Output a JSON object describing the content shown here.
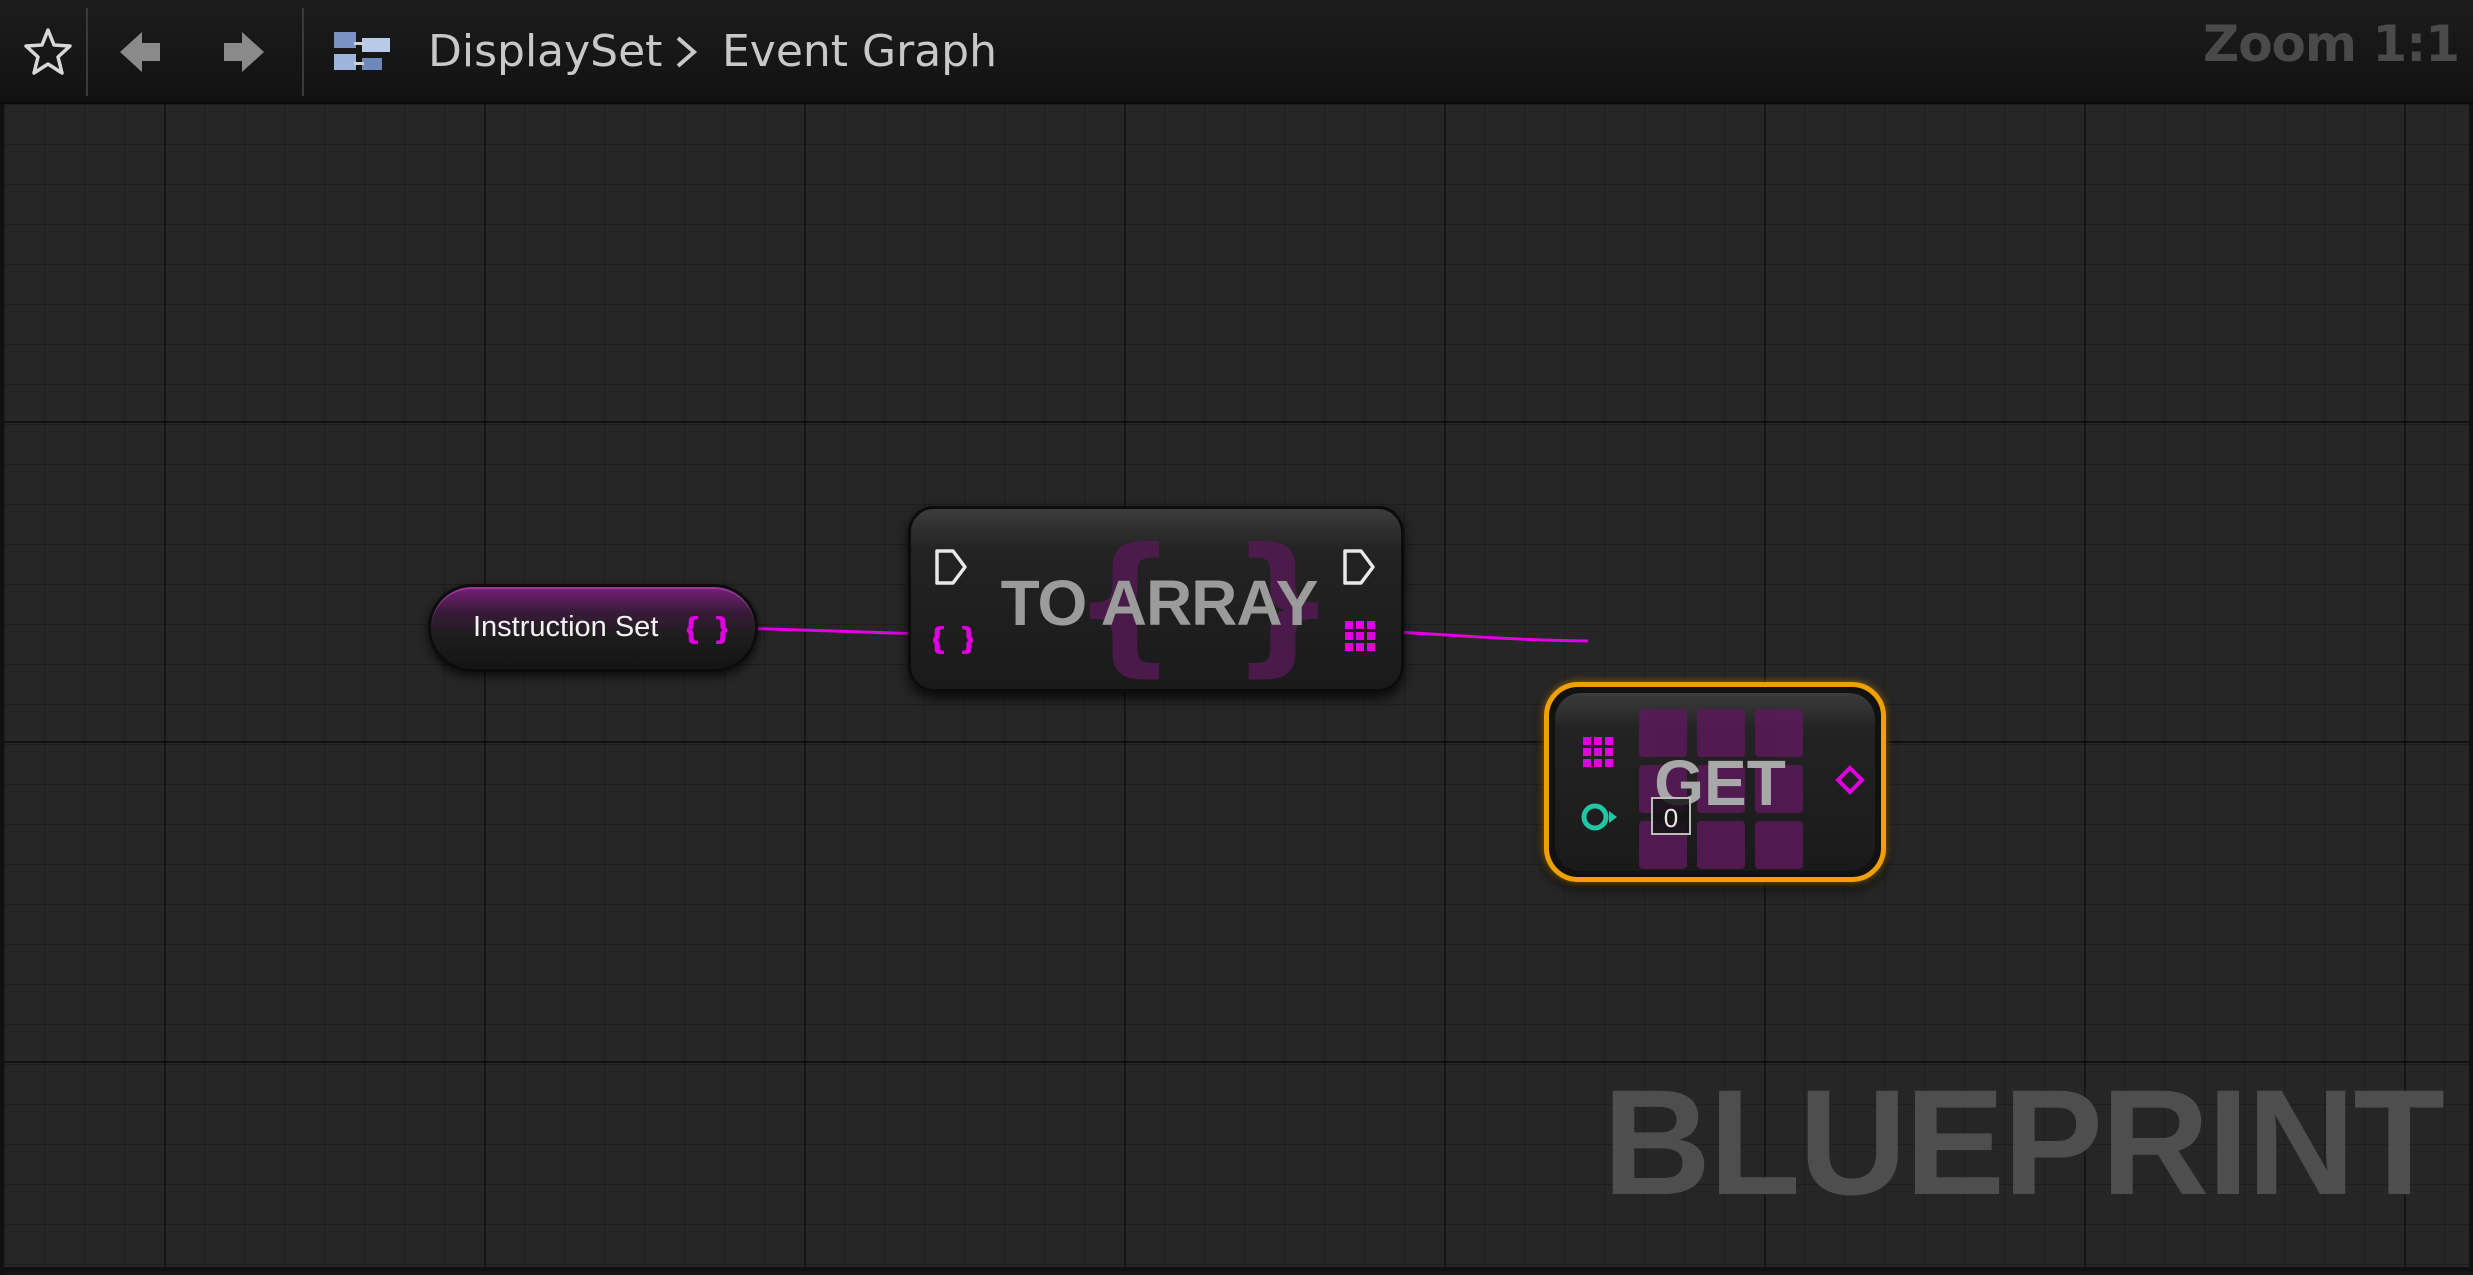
{
  "toolbar": {
    "favorite_icon": "star-outline-icon",
    "back_icon": "arrow-left-icon",
    "forward_icon": "arrow-right-icon",
    "graph_icon": "blueprint-graph-icon"
  },
  "breadcrumb": {
    "root": "DisplaySet",
    "separator_icon": "chevron-right-icon",
    "leaf": "Event Graph"
  },
  "zoom": {
    "label": "Zoom 1:1"
  },
  "nodes": {
    "instruction_set": {
      "label": "Instruction Set",
      "pin_icon": "set-pin-icon",
      "accent": "#e000e0"
    },
    "to_array": {
      "title": "TO ARRAY",
      "watermark": "{ }",
      "exec_in_icon": "exec-in-icon",
      "exec_out_icon": "exec-out-icon",
      "set_in_icon": "set-pin-icon",
      "array_out_icon": "array-pin-icon"
    },
    "get": {
      "title": "GET",
      "index_value": "0",
      "array_in_icon": "array-pin-icon",
      "index_in_icon": "integer-pin-icon",
      "item_out_icon": "struct-pin-icon",
      "selection_color": "#f0a000",
      "index_color": "#1fc7a4"
    }
  },
  "wire_color": "#e000e0",
  "watermark": {
    "text": "BLUEPRINT"
  }
}
